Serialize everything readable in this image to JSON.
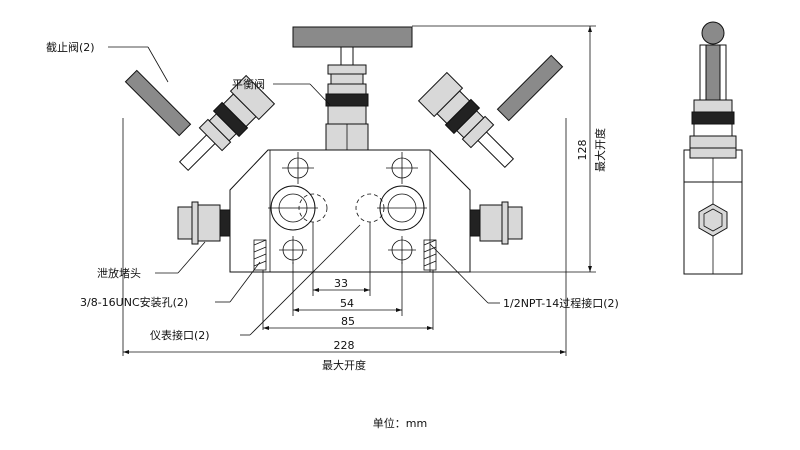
{
  "labels": {
    "stop_valve": "截止阀(2)",
    "balance_valve": "平衡阀",
    "drain_plug": "泄放堵头",
    "mount_hole": "3/8-16UNC安装孔(2)",
    "instrument_port": "仪表接口(2)",
    "process_port": "1/2NPT-14过程接口(2)",
    "max_opening_h": "最大开度",
    "max_opening_v": "最大开度",
    "unit": "单位：mm"
  },
  "dimensions": {
    "d33": "33",
    "d54": "54",
    "d85": "85",
    "d228": "228",
    "d128": "128"
  }
}
